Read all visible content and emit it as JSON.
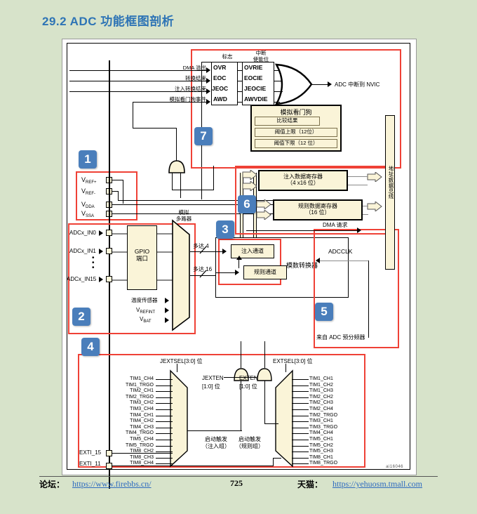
{
  "page": {
    "title": "29.2  ADC 功能框图剖析",
    "page_number": "725",
    "figure_id": "ai16046"
  },
  "footer": {
    "forum_label": "论坛：",
    "forum_url": "https://www.firebbs.cn/",
    "tmall_label": "天猫：",
    "tmall_url": "https://yehuosm.tmall.com"
  },
  "badges": [
    "1",
    "2",
    "3",
    "4",
    "5",
    "6",
    "7"
  ],
  "interrupt_section": {
    "flag_header": "标志",
    "enable_header": "中断\n使能位",
    "sources": [
      {
        "label": "DMA 溢出",
        "flag": "OVR",
        "enable": "OVRIE"
      },
      {
        "label": "转换结束",
        "flag": "EOC",
        "enable": "EOCIE"
      },
      {
        "label": "注入转换结束",
        "flag": "JEOC",
        "enable": "JEOCIE"
      },
      {
        "label": "模拟看门狗事件",
        "flag": "AWD",
        "enable": "AWVDIE"
      }
    ],
    "output": "ADC 中断到 NVIC"
  },
  "watchdog": {
    "title": "模拟看门狗",
    "rows": [
      "比较结果",
      "阈值上限（12位）",
      "阈值下限（12 位）"
    ]
  },
  "vref": {
    "pins": [
      "V_REF+",
      "V_REF-",
      "V_DDA",
      "V_SSA"
    ],
    "pins_display": [
      {
        "main": "V",
        "sub": "REF+"
      },
      {
        "main": "V",
        "sub": "REF-"
      },
      {
        "main": "V",
        "sub": "DDA"
      },
      {
        "main": "V",
        "sub": "SSA"
      }
    ]
  },
  "gpio": {
    "block_line1": "GPIO",
    "block_line2": "端口",
    "inputs": [
      "ADCx_IN0",
      "ADCx_IN1",
      "ADCx_IN15"
    ],
    "dots": "⋮",
    "mux_label_line1": "模拟",
    "mux_label_line2": "多路器",
    "extra_inputs": [
      {
        "main": "温度传感器",
        "sub": ""
      },
      {
        "main": "V",
        "sub": "REFINT"
      },
      {
        "main": "V",
        "sub": "BAT"
      }
    ],
    "upto4": "多达 4",
    "upto16": "多达 16"
  },
  "converter": {
    "title": "模数转换器",
    "injected_channel": "注入通道",
    "regular_channel": "规则通道",
    "clock": "ADCCLK",
    "clock_source": "来自 ADC 预分频器"
  },
  "registers": {
    "injected": {
      "line1": "注入数据寄存器",
      "line2": "（4 x16 位）"
    },
    "regular": {
      "line1": "规则数据寄存器",
      "line2": "（16 位）"
    },
    "dma_request": "DMA 请求",
    "bus_label": "地址/数据总线"
  },
  "triggers": {
    "injected": {
      "sel_bits": "JEXTSEL[3:0] 位",
      "en_line1": "JEXTEN",
      "en_line2": "[1:0] 位",
      "start_line1": "启动触发",
      "start_line2": "（注入组）",
      "sources": [
        "TIM1_CH4",
        "TIM1_TRGO",
        "TIM2_CH1",
        "TIM2_TRGO",
        "TIM3_CH2",
        "TIM3_CH4",
        "TIM4_CH1",
        "TIM4_CH2",
        "TIM4_CH3",
        "TIM4_TRGO",
        "TIM5_CH4",
        "TIM5_TRGO",
        "TIM8_CH2",
        "TIM8_CH3",
        "TIM8_CH4"
      ],
      "exti": "EXTI_15"
    },
    "regular": {
      "sel_bits": "EXTSEL[3:0] 位",
      "en_line1": "EXTEN",
      "en_line2": "[1:0] 位",
      "start_line1": "启动触发",
      "start_line2": "（规则组）",
      "sources": [
        "TIM1_CH1",
        "TIM1_CH2",
        "TIM1_CH3",
        "TIM2_CH2",
        "TIM2_CH3",
        "TIM2_CH4",
        "TIM2_TRGO",
        "TIM3_CH1",
        "TIM3_TRGO",
        "TIM4_CH4",
        "TIM5_CH1",
        "TIM5_CH2",
        "TIM5_CH3",
        "TIM8_CH1",
        "TIM8_TRGO"
      ],
      "exti": "EXTI_11"
    }
  }
}
